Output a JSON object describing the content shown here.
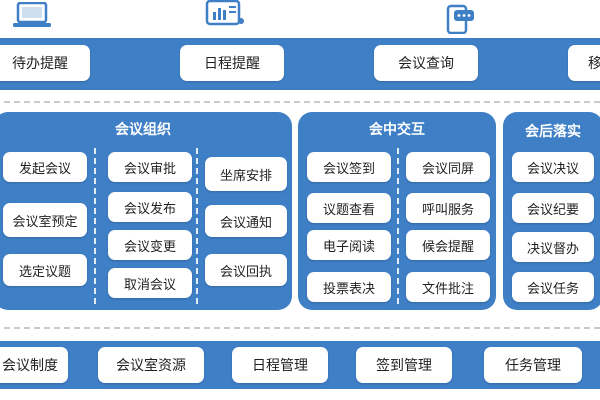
{
  "colors": {
    "band": "#3f7fc6",
    "box": "#ffffff",
    "dash": "#c9cbd3"
  },
  "top_icons": [
    "laptop-icon",
    "tablet-chart-icon",
    "phone-chat-icon"
  ],
  "top_bar": {
    "items": [
      "待办提醒",
      "日程提醒",
      "会议查询",
      "移"
    ]
  },
  "panels": {
    "organize": {
      "title": "会议组织",
      "col1": [
        "发起会议",
        "会议室预定",
        "选定议题"
      ],
      "col2": [
        "会议审批",
        "会议发布",
        "会议变更",
        "取消会议"
      ],
      "col3": [
        "坐席安排",
        "会议通知",
        "会议回执"
      ]
    },
    "interact": {
      "title": "会中交互",
      "col1": [
        "会议签到",
        "议题查看",
        "电子阅读",
        "投票表决"
      ],
      "col2": [
        "会议同屏",
        "呼叫服务",
        "候会提醒",
        "文件批注"
      ]
    },
    "followup": {
      "title": "会后落实",
      "items": [
        "会议决议",
        "会议纪要",
        "决议督办",
        "会议任务"
      ]
    }
  },
  "bottom_bar": {
    "items": [
      "会议制度",
      "会议室资源",
      "日程管理",
      "签到管理",
      "任务管理"
    ]
  }
}
